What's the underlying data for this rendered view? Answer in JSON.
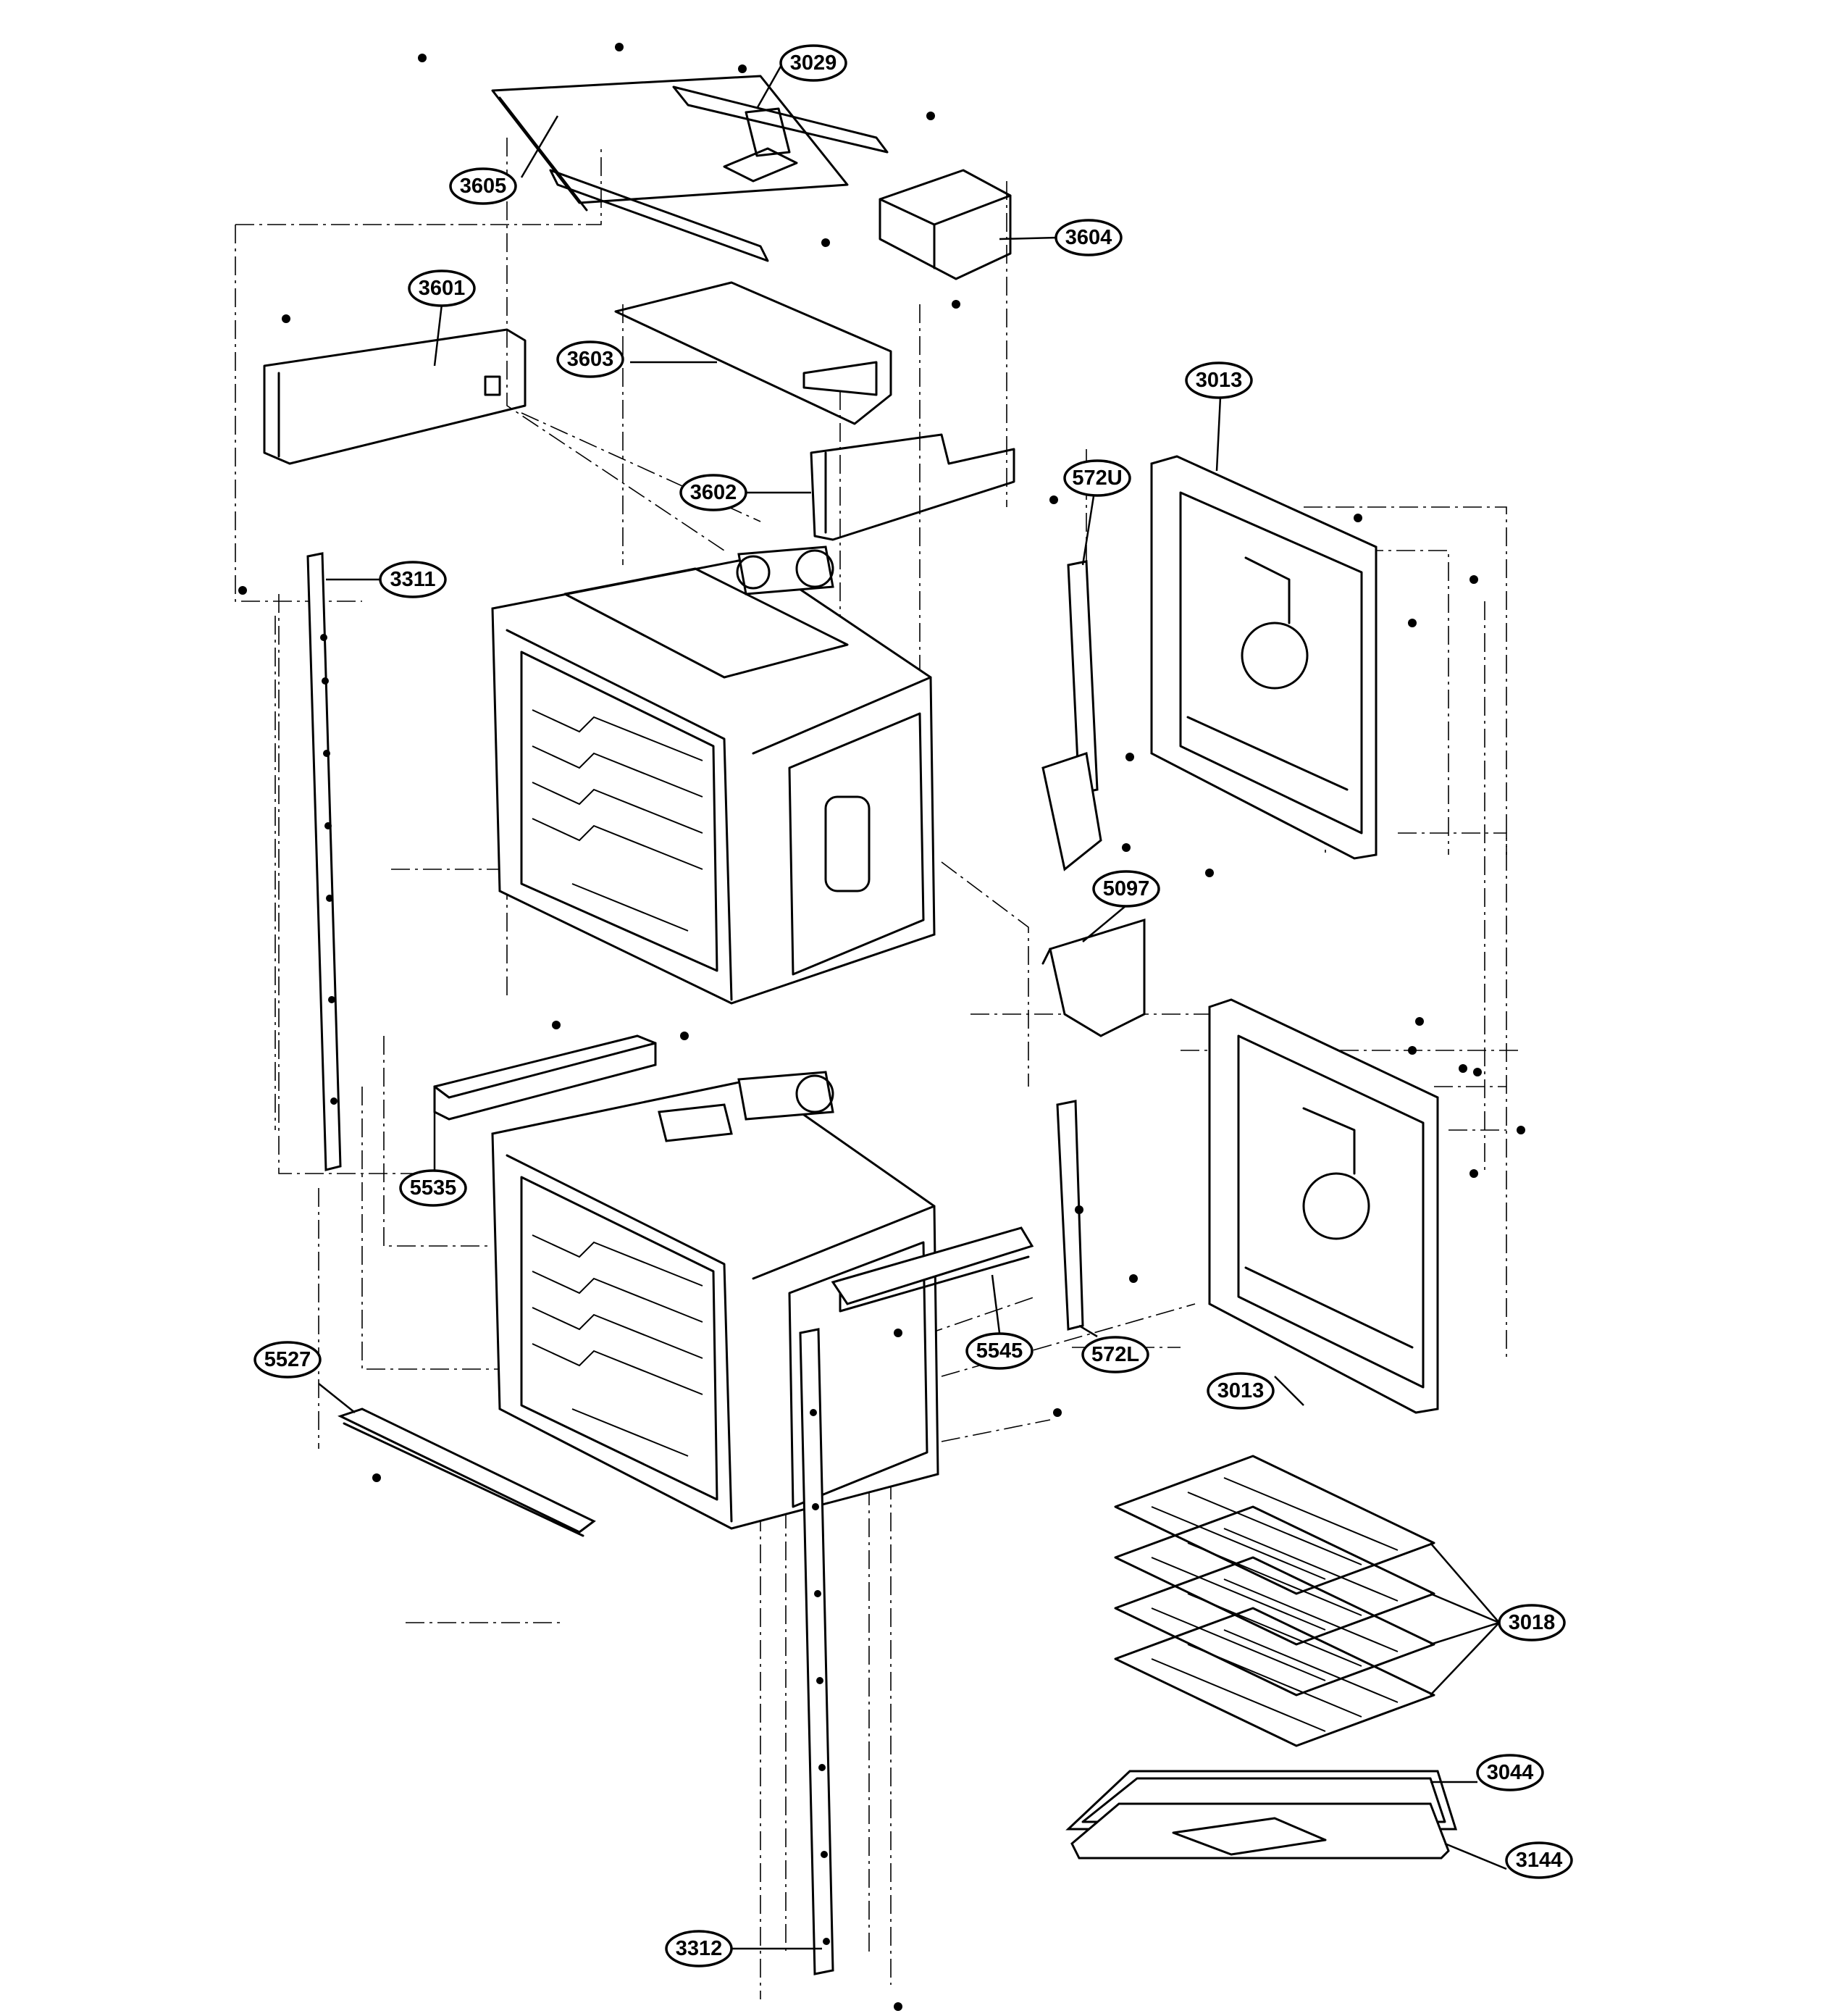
{
  "callouts": [
    {
      "id": "c3029",
      "label": "3029"
    },
    {
      "id": "c3605",
      "label": "3605"
    },
    {
      "id": "c3604",
      "label": "3604"
    },
    {
      "id": "c3601",
      "label": "3601"
    },
    {
      "id": "c3603",
      "label": "3603"
    },
    {
      "id": "c3013a",
      "label": "3013"
    },
    {
      "id": "c3602",
      "label": "3602"
    },
    {
      "id": "c572U",
      "label": "572U"
    },
    {
      "id": "c3311",
      "label": "3311"
    },
    {
      "id": "c5097",
      "label": "5097"
    },
    {
      "id": "c5535",
      "label": "5535"
    },
    {
      "id": "c5545",
      "label": "5545"
    },
    {
      "id": "c572L",
      "label": "572L"
    },
    {
      "id": "c3013b",
      "label": "3013"
    },
    {
      "id": "c5527",
      "label": "5527"
    },
    {
      "id": "c3018",
      "label": "3018"
    },
    {
      "id": "c3044",
      "label": "3044"
    },
    {
      "id": "c3144",
      "label": "3144"
    },
    {
      "id": "c3312",
      "label": "3312"
    }
  ]
}
